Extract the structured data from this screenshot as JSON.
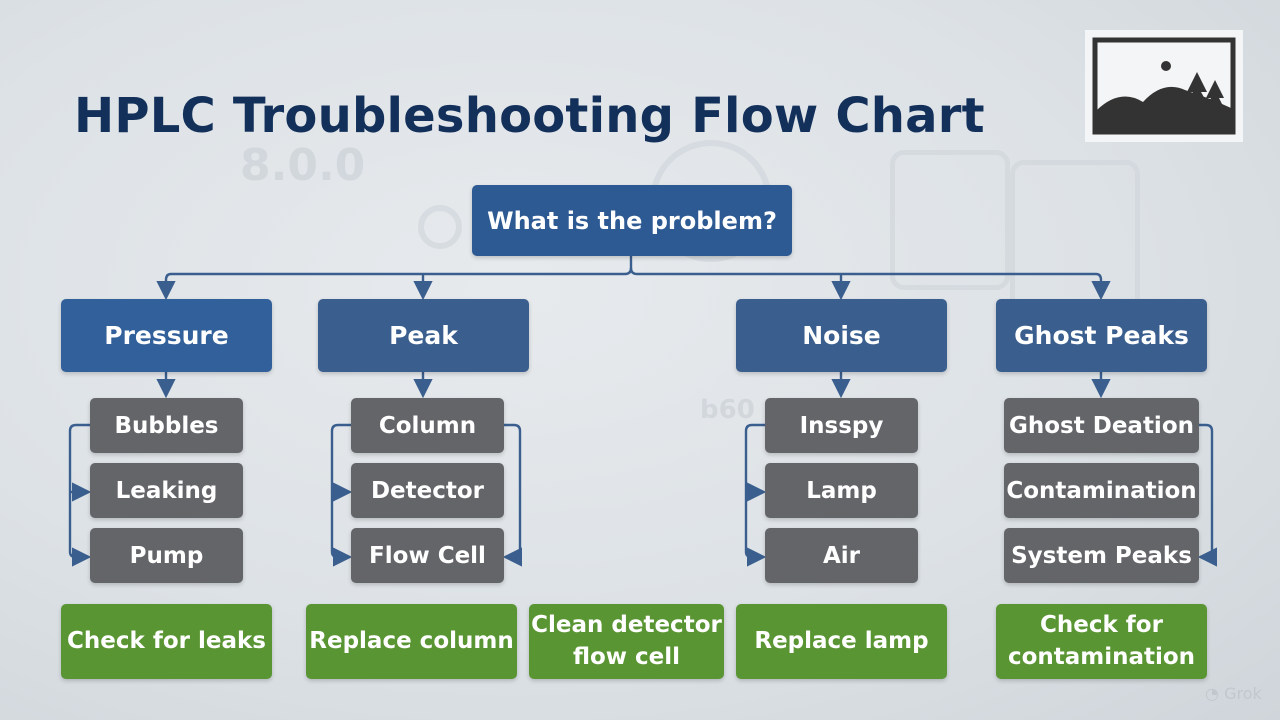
{
  "title": "HPLC Troubleshooting Flow Chart",
  "root": "What is the problem?",
  "categories": [
    "Pressure",
    "Peak",
    "Noise",
    "Ghost Peaks"
  ],
  "causes": {
    "pressure": [
      "Bubbles",
      "Leaking",
      "Pump"
    ],
    "peak": [
      "Column",
      "Detector",
      "Flow Cell"
    ],
    "noise": [
      "Insspy",
      "Lamp",
      "Air"
    ],
    "ghost": [
      "Ghost Deation",
      "Contamination",
      "System Peaks"
    ]
  },
  "actions": {
    "check_leaks": "Check for leaks",
    "replace_column": "Replace column",
    "clean_detector_line1": "Clean detector",
    "clean_detector_line2": "flow cell",
    "replace_lamp": "Replace lamp",
    "check_contamination_line1": "Check for",
    "check_contamination_line2": "contamination"
  },
  "colors": {
    "title": "#13305a",
    "root_box": "#2d5a93",
    "category_box": "#3a5f8f",
    "cause_box": "#636569",
    "action_box": "#5a9533",
    "connector": "#3a5f8f"
  },
  "icons": {
    "image_placeholder": "image-placeholder-icon",
    "watermark": "grok-logo-icon"
  },
  "watermark": "Grok"
}
